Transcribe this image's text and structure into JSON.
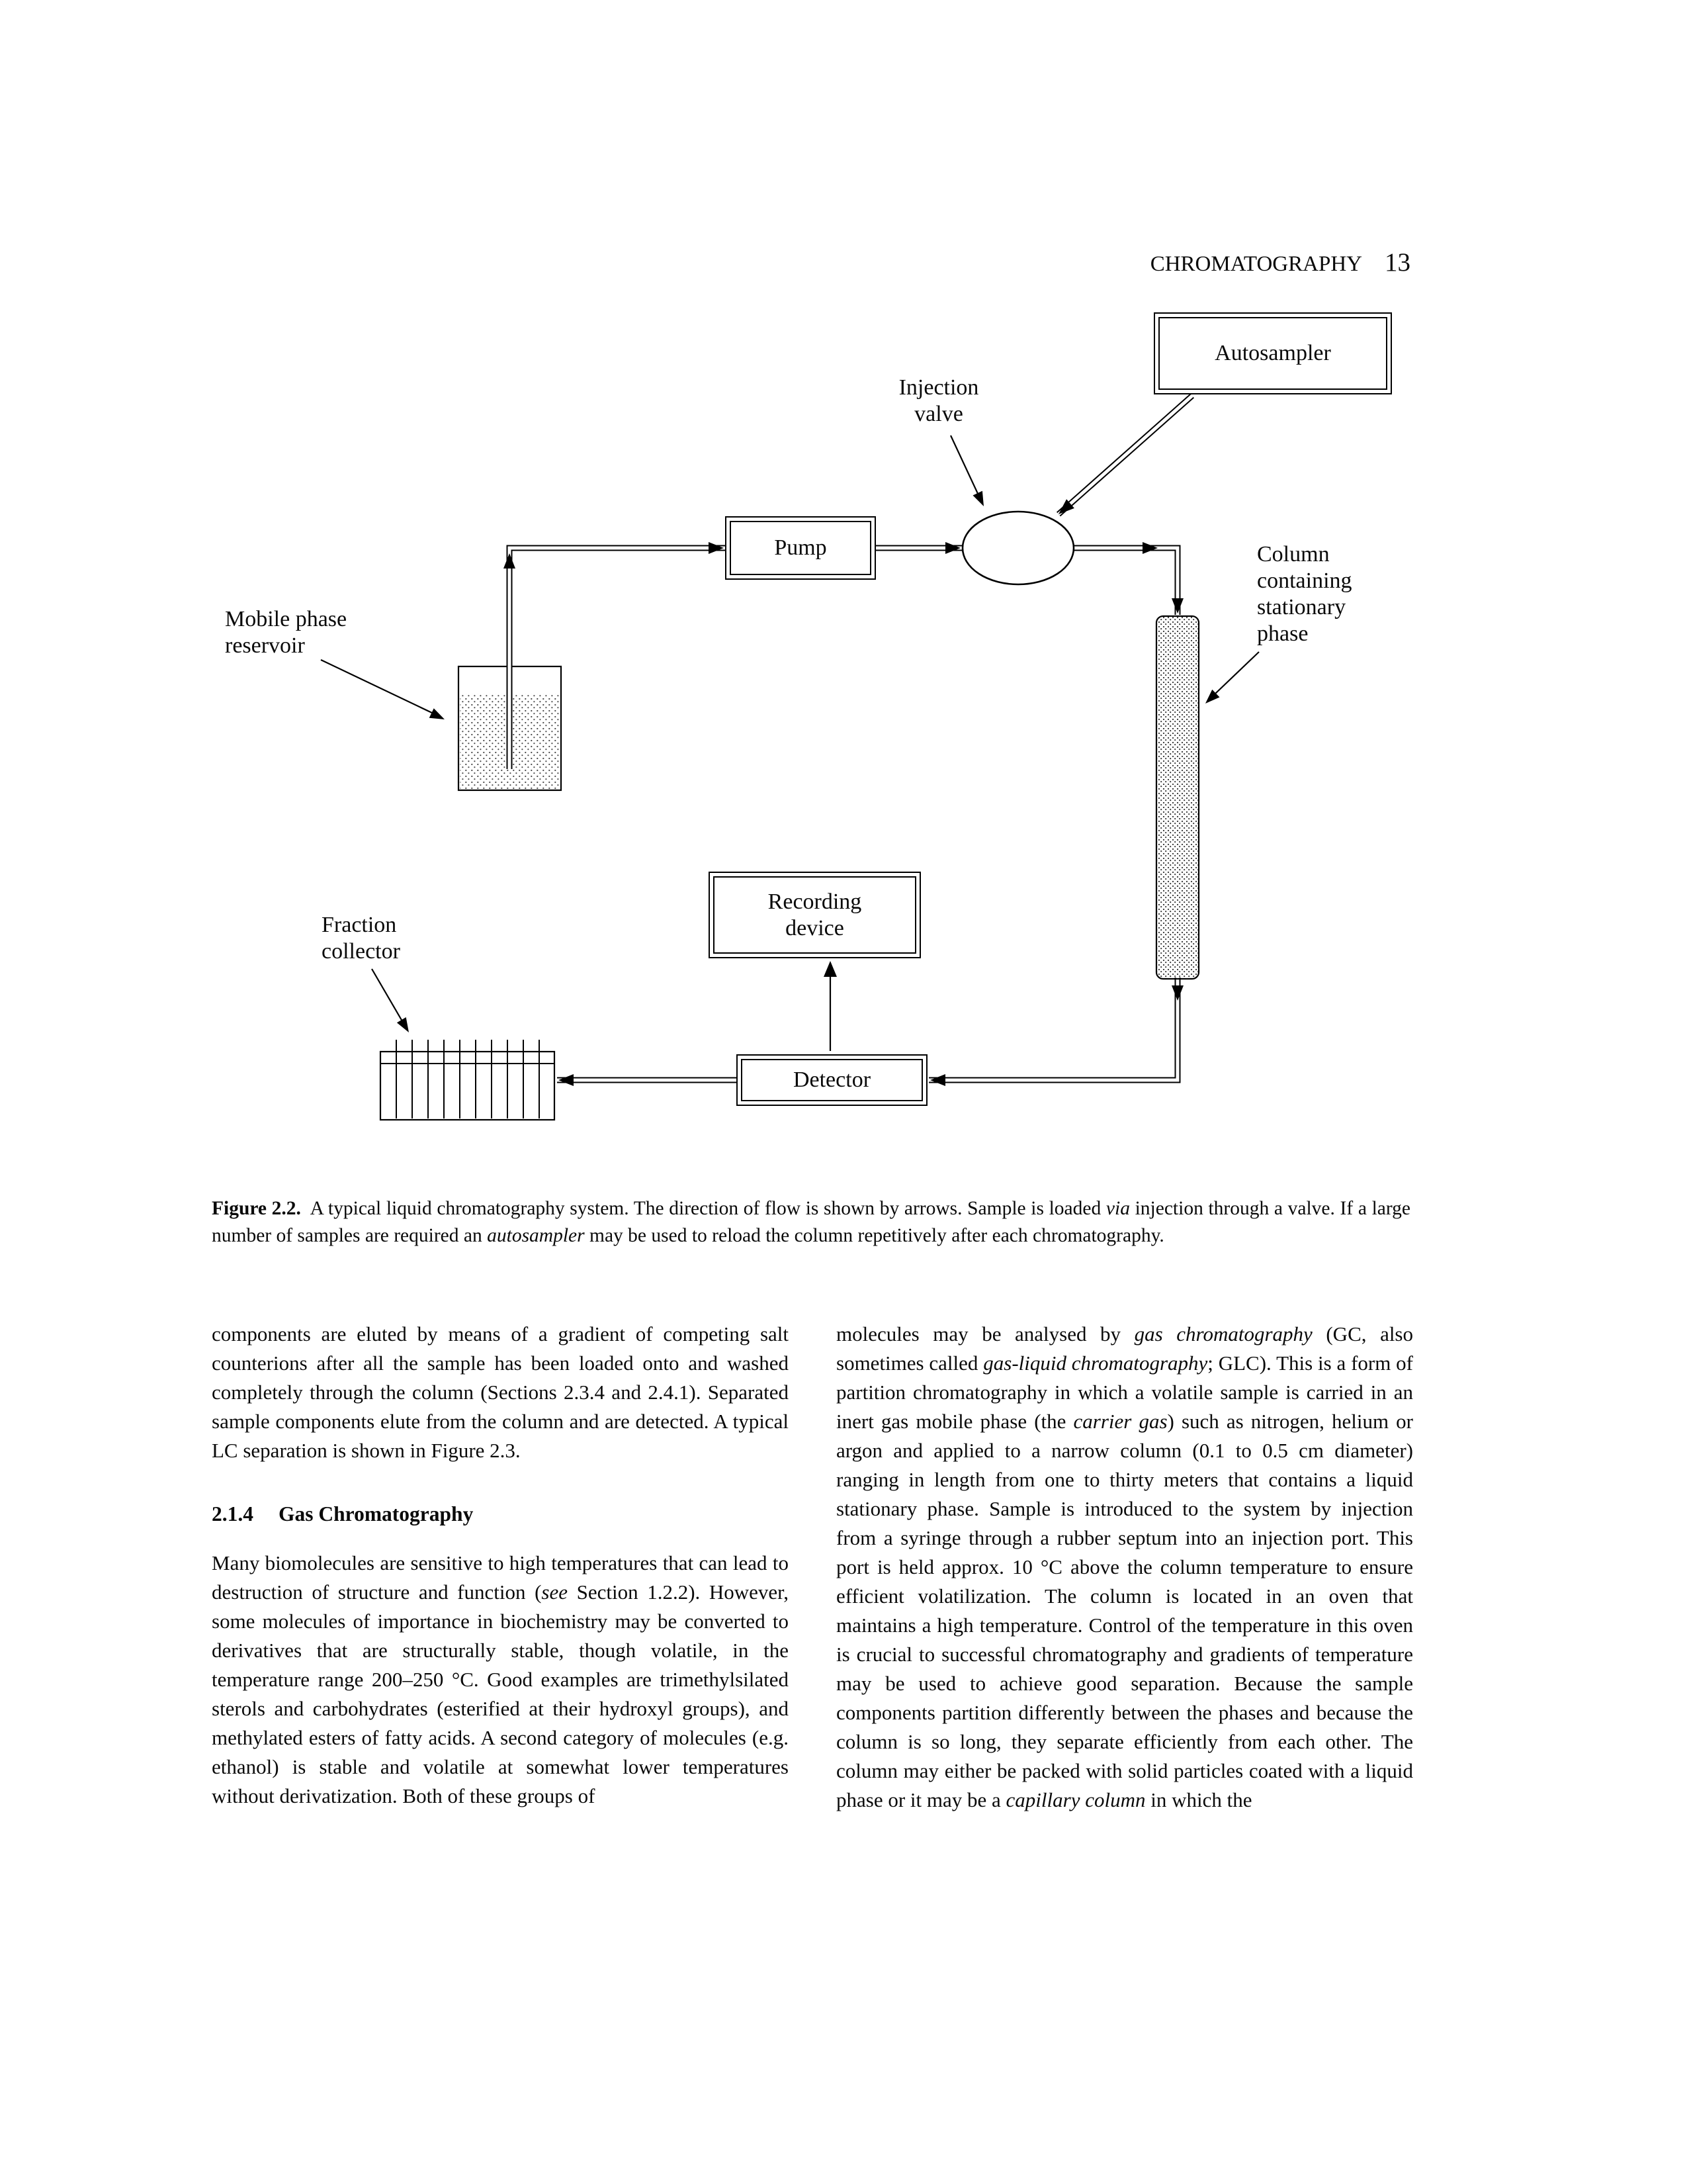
{
  "page": {
    "running_head": "CHROMATOGRAPHY",
    "page_number": "13"
  },
  "diagram": {
    "autosampler": "Autosampler",
    "injection_valve_line1": "Injection",
    "injection_valve_line2": "valve",
    "pump": "Pump",
    "mobile_phase_line1": "Mobile phase",
    "mobile_phase_line2": "reservoir",
    "column_line1": "Column",
    "column_line2": "containing",
    "column_line3": "stationary",
    "column_line4": "phase",
    "recording_line1": "Recording",
    "recording_line2": "device",
    "detector": "Detector",
    "fraction_line1": "Fraction",
    "fraction_line2": "collector"
  },
  "caption": {
    "runs": [
      {
        "t": "Figure 2.2.",
        "b": true
      },
      {
        "t": "  A typical liquid chromatography system. The direction of flow is shown by arrows. Sample is loaded "
      },
      {
        "t": "via",
        "i": true
      },
      {
        "t": " injection through a valve. If a large number of samples are required an "
      },
      {
        "t": "autosampler",
        "i": true
      },
      {
        "t": " may be used to reload the column repetitively after each chromatography."
      }
    ]
  },
  "body": {
    "left_para1": "components are eluted by means of a gradient of competing salt counterions after all the sample has been loaded onto and washed completely through the column (Sections 2.3.4 and 2.4.1). Separated sample components elute from the column and are detected. A typical LC separation is shown in Figure 2.3.",
    "heading_number": "2.1.4",
    "heading_title": "Gas Chromatography",
    "left_para2_runs": [
      {
        "t": "Many biomolecules are sensitive to high temperatures that can lead to destruction of structure and function ("
      },
      {
        "t": "see",
        "i": true
      },
      {
        "t": " Section 1.2.2). However, some molecules of importance in biochemistry may be converted to derivatives that are structurally stable, though volatile, in the temperature range 200–250 °C. Good examples are trimethylsilated sterols and carbohydrates (esterified at their hydroxyl groups), and methylated esters of fatty acids. A second category of molecules (e.g. ethanol) is stable and volatile at somewhat lower temperatures without derivatization. Both of these groups of"
      }
    ],
    "right_para_runs": [
      {
        "t": "molecules may be analysed by "
      },
      {
        "t": "gas chromatography",
        "i": true
      },
      {
        "t": " (GC, also sometimes called "
      },
      {
        "t": "gas-liquid chromatography",
        "i": true
      },
      {
        "t": "; GLC). This is a form of partition chromatography in which a volatile sample is carried in an inert gas mobile phase (the "
      },
      {
        "t": "carrier gas",
        "i": true
      },
      {
        "t": ") such as nitrogen, helium or argon and applied to a narrow column (0.1 to 0.5 cm diameter) ranging in length from one to thirty meters that contains a liquid stationary phase. Sample is introduced to the system by injection from a syringe through a rubber septum into an injection port. This port is held approx. 10 °C above the column temperature to ensure efficient volatilization. The column is located in an oven that maintains a high temperature. Control of the temperature in this oven is crucial to successful chromatography and gradients of temperature may be used to achieve good separation. Because the sample components partition differently between the phases and because the column is so long, they separate efficiently from each other. The column may either be packed with solid particles coated with a liquid phase or it may be a "
      },
      {
        "t": "capillary column",
        "i": true
      },
      {
        "t": " in which the"
      }
    ]
  }
}
